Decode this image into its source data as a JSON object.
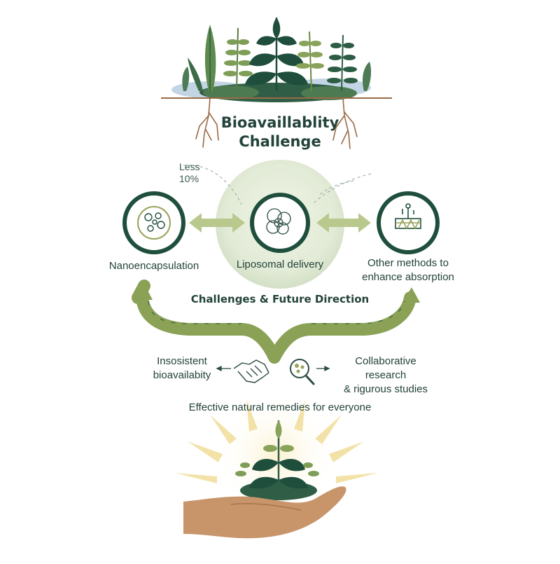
{
  "title": {
    "line1": "Bioavaillablity",
    "line2": "Challenge"
  },
  "note": {
    "line1": "Less",
    "line2": "10%"
  },
  "methods": [
    {
      "label": "Nanoencapsulation",
      "icon": "cells-icon"
    },
    {
      "label": "Liposomal delivery",
      "icon": "liposome-icon"
    },
    {
      "label_line1": "Other methods to",
      "label_line2": "enhance absorption",
      "icon": "absorption-layer-icon"
    }
  ],
  "section_heading": "Challenges & Future Direction",
  "left_outcome": {
    "line1": "Insosistent",
    "line2": "bioavailabity",
    "icon": "handshake-icon"
  },
  "right_outcome": {
    "line1": "Collaborative research",
    "line2": "& rigurous studies",
    "icon": "magnifier-icon"
  },
  "footer_text": "Effective natural remedies for everyone",
  "colors": {
    "dark_green": "#1f4f3c",
    "olive": "#8aa156",
    "light_green": "#b9c98d",
    "root_brown": "#9a6a45",
    "hand": "#c8946a",
    "ray": "#f2e2a8"
  }
}
